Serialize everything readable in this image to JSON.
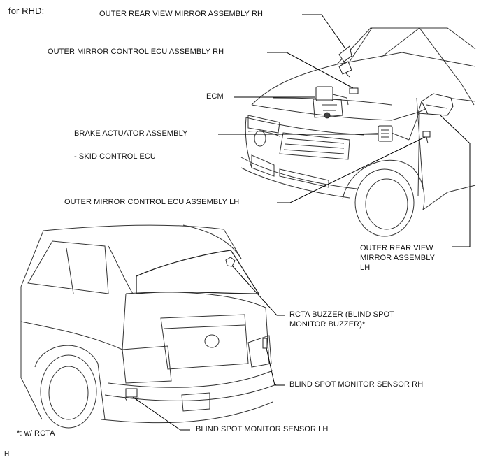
{
  "header": "for RHD:",
  "labels": {
    "outer_rear_view_mirror_rh": "OUTER REAR VIEW MIRROR ASSEMBLY RH",
    "outer_mirror_ecu_rh": "OUTER MIRROR CONTROL ECU ASSEMBLY RH",
    "ecm": "ECM",
    "brake_actuator": "BRAKE ACTUATOR ASSEMBLY",
    "skid_control_ecu": "- SKID CONTROL ECU",
    "outer_mirror_ecu_lh": "OUTER MIRROR CONTROL ECU ASSEMBLY LH",
    "outer_rear_view_mirror_lh_1": "OUTER REAR VIEW",
    "outer_rear_view_mirror_lh_2": "MIRROR ASSEMBLY",
    "outer_rear_view_mirror_lh_3": "LH",
    "rcta_buzzer_1": "RCTA BUZZER (BLIND SPOT",
    "rcta_buzzer_2": "MONITOR BUZZER)*",
    "bsm_sensor_rh": "BLIND SPOT MONITOR SENSOR RH",
    "bsm_sensor_lh": "BLIND SPOT MONITOR SENSOR LH"
  },
  "footnote": "*: w/ RCTA",
  "corner_mark": "H"
}
